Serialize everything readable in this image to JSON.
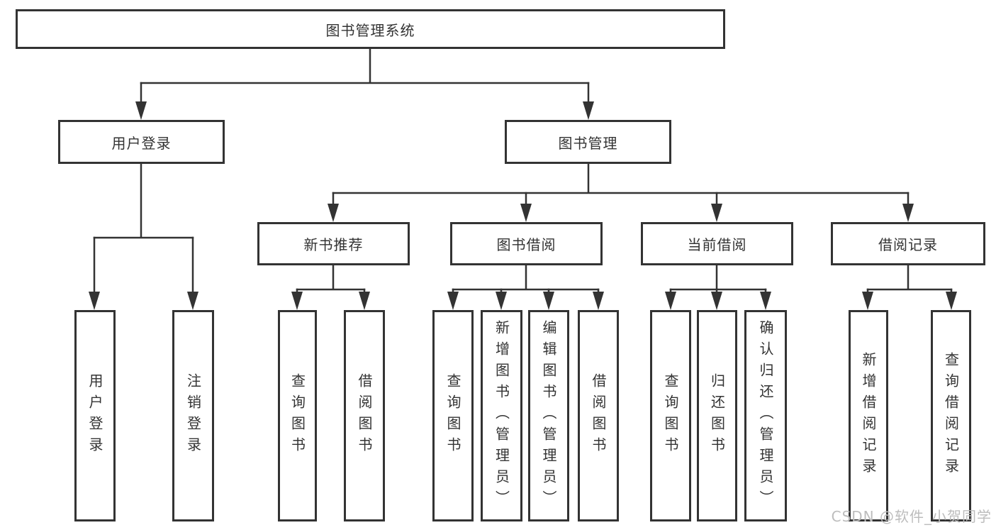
{
  "diagram": {
    "root": {
      "label": "图书管理系统"
    },
    "level1": [
      {
        "label": "用户登录"
      },
      {
        "label": "图书管理"
      }
    ],
    "level2": [
      {
        "label": "新书推荐"
      },
      {
        "label": "图书借阅"
      },
      {
        "label": "当前借阅"
      },
      {
        "label": "借阅记录"
      }
    ],
    "leaves": {
      "login": [
        {
          "label": "用户登录"
        },
        {
          "label": "注销登录"
        }
      ],
      "new_books": [
        {
          "label": "查询图书"
        },
        {
          "label": "借阅图书"
        }
      ],
      "borrowing": [
        {
          "label": "查询图书"
        },
        {
          "label": "新增图书（管理员）"
        },
        {
          "label": "编辑图书（管理员）"
        },
        {
          "label": "借阅图书"
        }
      ],
      "current": [
        {
          "label": "查询图书"
        },
        {
          "label": "归还图书"
        },
        {
          "label": "确认归还（管理员）"
        }
      ],
      "records": [
        {
          "label": "新增借阅记录"
        },
        {
          "label": "查询借阅记录"
        }
      ]
    }
  },
  "watermark": {
    "text": "CSDN @软件_小贺同学"
  },
  "colors": {
    "line": "#333333",
    "border": "#333333",
    "text": "#333333",
    "watermark": "#bdbdbd",
    "background": "#ffffff"
  }
}
